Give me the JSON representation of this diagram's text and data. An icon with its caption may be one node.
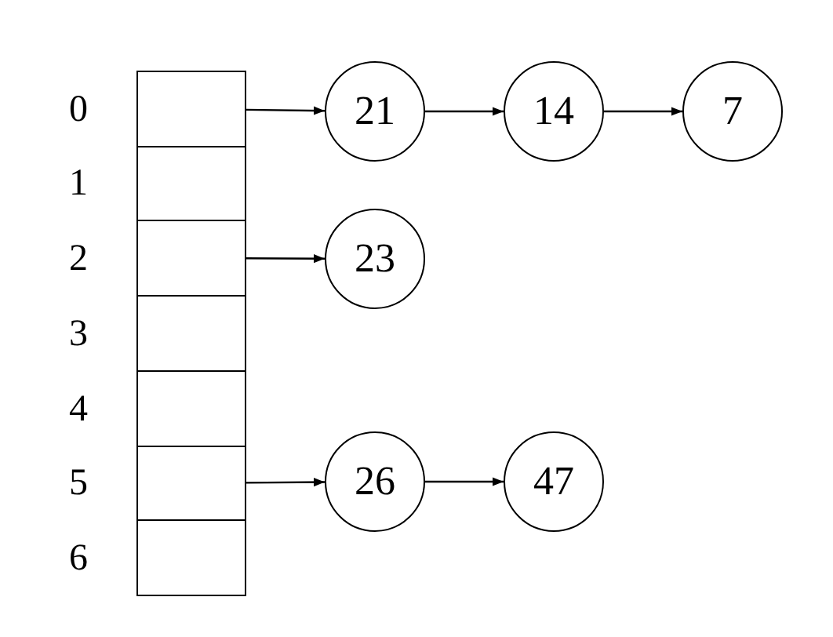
{
  "diagram": {
    "nodes": [
      {
        "text": [],
        "shape": "box",
        "beside": [
          "0"
        ]
      },
      {
        "text": [],
        "shape": "box",
        "beside": [
          "1"
        ]
      },
      {
        "text": [],
        "shape": "box",
        "beside": [
          "2"
        ]
      },
      {
        "text": [],
        "shape": "box",
        "beside": [
          "3"
        ]
      },
      {
        "text": [],
        "shape": "box",
        "beside": [
          "4"
        ]
      },
      {
        "text": [],
        "shape": "box",
        "beside": [
          "5"
        ]
      },
      {
        "text": [],
        "shape": "box",
        "beside": [
          "6"
        ]
      },
      {
        "text": [
          "21"
        ]
      },
      {
        "text": [
          "14"
        ]
      },
      {
        "text": [
          "7"
        ]
      },
      {
        "text": [
          "23"
        ]
      },
      {
        "text": [
          "26"
        ]
      },
      {
        "text": [
          "47"
        ]
      }
    ],
    "edges": [
      {
        "from": 0,
        "to": 7,
        "arrow": "to"
      },
      {
        "from": 7,
        "to": 8,
        "arrow": "to"
      },
      {
        "from": 8,
        "to": 9,
        "arrow": "to"
      },
      {
        "from": 2,
        "to": 10,
        "arrow": "to"
      },
      {
        "from": 5,
        "to": 11,
        "arrow": "to"
      },
      {
        "from": 11,
        "to": 12,
        "arrow": "to"
      }
    ]
  }
}
